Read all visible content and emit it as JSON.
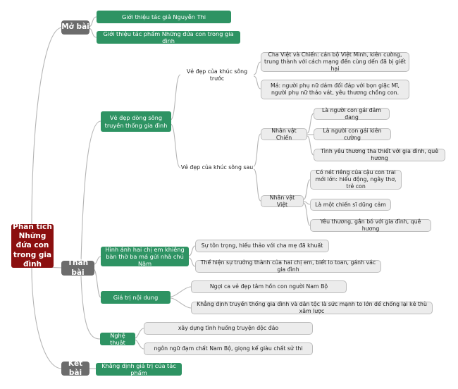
{
  "colors": {
    "root": "#8b0f0f",
    "section": "#6c6c6c",
    "topic": "#2e9363",
    "leaf": "#ececec",
    "connector": "#b5b5b5"
  },
  "root": {
    "label": "Phân tích Những đứa con trong gia đình"
  },
  "mo_bai": {
    "label": "Mở bài",
    "items": [
      "Giới thiệu tác giả Nguyễn Thi",
      "Giới thiệu tác phẩm Những đứa con trong gia đình"
    ]
  },
  "than_bai": {
    "label": "Thân bài",
    "dong_song": {
      "label": "Vẻ đẹp dòng sông truyền thống gia đình",
      "truoc": {
        "label": "Vẻ đẹp của khúc sông trước",
        "items": [
          "Cha Việt và Chiến: cán bộ Việt Minh, kiên cường, trung thành với cách mạng đến cùng dến đã bị giết hại",
          "Má: người phụ nữ dám đối đáp với bọn giặc Mĩ, người phụ nữ tháo vát, yêu thương chồng con."
        ]
      },
      "sau": {
        "label": "Vẻ đẹp của khúc sông sau",
        "chien": {
          "label": "Nhân vật Chiến",
          "items": [
            "Là người con gái đảm đang",
            "Là người con gái kiên cường",
            "Tình yêu thương tha thiết với gia đình, quê hương"
          ]
        },
        "viet": {
          "label": "Nhân vật Việt",
          "items": [
            "Có nét riêng của cậu con trai mới lớn: hiếu động, ngây thơ, trẻ con",
            "Là một chiến sĩ dũng cảm",
            "Yêu thương, gắn bó với gia đình, quê hương"
          ]
        }
      }
    },
    "hinh_anh": {
      "label": "Hình ảnh hai chị em khiêng bàn thờ ba má gửi nhà chú Năm",
      "items": [
        "Sự tôn trọng, hiếu thảo với cha mẹ đã khuất",
        "Thể hiện sự trưởng thành của hai chị em, biết lo toan, gánh vác gia đình"
      ]
    },
    "noi_dung": {
      "label": "Giá trị nội dung",
      "items": [
        "Ngợi ca vẻ đẹp tâm hồn con người Nam Bộ",
        "Khẳng định truyền thống gia đình và dân tộc là sức mạnh to lớn để chống lại kẻ thù xâm lược"
      ]
    },
    "nghe_thuat": {
      "label": "Nghệ thuật",
      "items": [
        "xây dựng tình huống truyện độc đáo",
        "ngôn ngữ đạm chất Nam Bộ, giọng kể giàu chất sử thi"
      ]
    }
  },
  "ket_bai": {
    "label": "Kết bài",
    "items": [
      "Khẳng định giá trị của tác phẩm"
    ]
  }
}
